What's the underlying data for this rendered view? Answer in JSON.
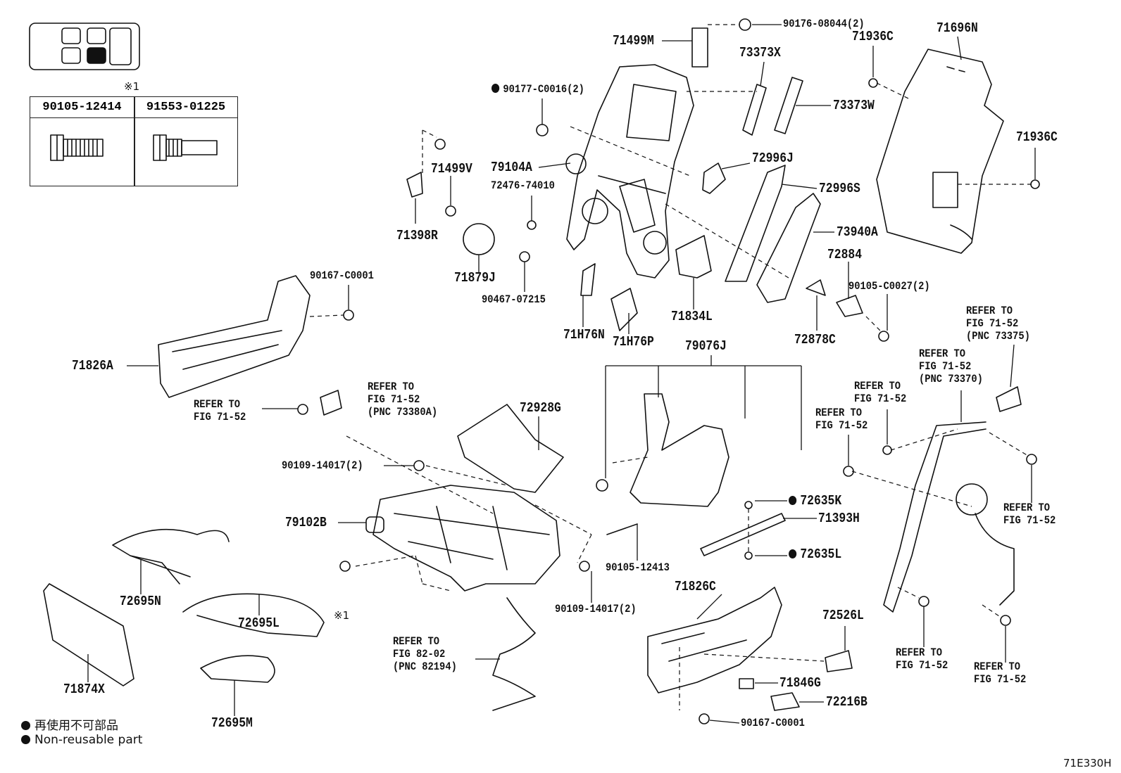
{
  "figure_code": "71E330H",
  "bolt_table": {
    "note_mark": "※1",
    "columns": [
      "90105-12414",
      "91553-01225"
    ]
  },
  "legend": [
    {
      "text": "再使用不可部品"
    },
    {
      "text": "Non-reusable part"
    }
  ],
  "labels": {
    "p90176": "90176-08044(2)",
    "p71499M": "71499M",
    "p71936C_top": "71936C",
    "p71696N": "71696N",
    "p73373X": "73373X",
    "p90177": "90177-C0016(2)",
    "p73373W": "73373W",
    "p71936C_right": "71936C",
    "p71499V": "71499V",
    "p79104A": "79104A",
    "p72996J": "72996J",
    "p72476": "72476-74010",
    "p72996S": "72996S",
    "p71398R": "71398R",
    "p73940A": "73940A",
    "p72884": "72884",
    "p71879J": "71879J",
    "p90167_top": "90167-C0001",
    "p90105_c0027": "90105-C0027(2)",
    "p90467": "90467-07215",
    "p71834L": "71834L",
    "p71H76N": "71H76N",
    "p71H76P": "71H76P",
    "p72878C": "72878C",
    "p71826A": "71826A",
    "p79076J": "79076J",
    "p72928G": "72928G",
    "p90109_a": "90109-14017(2)",
    "p79102B": "79102B",
    "p72635K": "72635K",
    "p71393H": "71393H",
    "p72635L": "72635L",
    "p90105_12413": "90105-12413",
    "p90109_b": "90109-14017(2)",
    "p72695N": "72695N",
    "p72695L": "72695L",
    "p72695M": "72695M",
    "p71874X": "71874X",
    "p71826C": "71826C",
    "p72526L": "72526L",
    "p71846G": "71846G",
    "p72216B": "72216B",
    "p90167_bottom": "90167-C0001",
    "mark1": "※1"
  },
  "refer": {
    "r1": {
      "l1": "REFER TO",
      "l2": "FIG 71-52"
    },
    "r2": {
      "l1": "REFER TO",
      "l2": "FIG 71-52",
      "l3": "(PNC 73380A)"
    },
    "r3": {
      "l1": "REFER TO",
      "l2": "FIG 82-02",
      "l3": "(PNC 82194)"
    },
    "r4": {
      "l1": "REFER TO",
      "l2": "FIG 71-52",
      "l3": "(PNC 73375)"
    },
    "r5": {
      "l1": "REFER TO",
      "l2": "FIG 71-52",
      "l3": "(PNC 73370)"
    },
    "r6": {
      "l1": "REFER TO",
      "l2": "FIG 71-52"
    },
    "r7": {
      "l1": "REFER TO",
      "l2": "FIG 71-52"
    },
    "r8": {
      "l1": "REFER TO",
      "l2": "FIG 71-52"
    },
    "r9": {
      "l1": "REFER TO",
      "l2": "FIG 71-52"
    },
    "r10": {
      "l1": "REFER TO",
      "l2": "FIG 71-52"
    }
  },
  "non_reusable_parts": [
    "90177-C0016(2)",
    "72635K",
    "72635L"
  ]
}
